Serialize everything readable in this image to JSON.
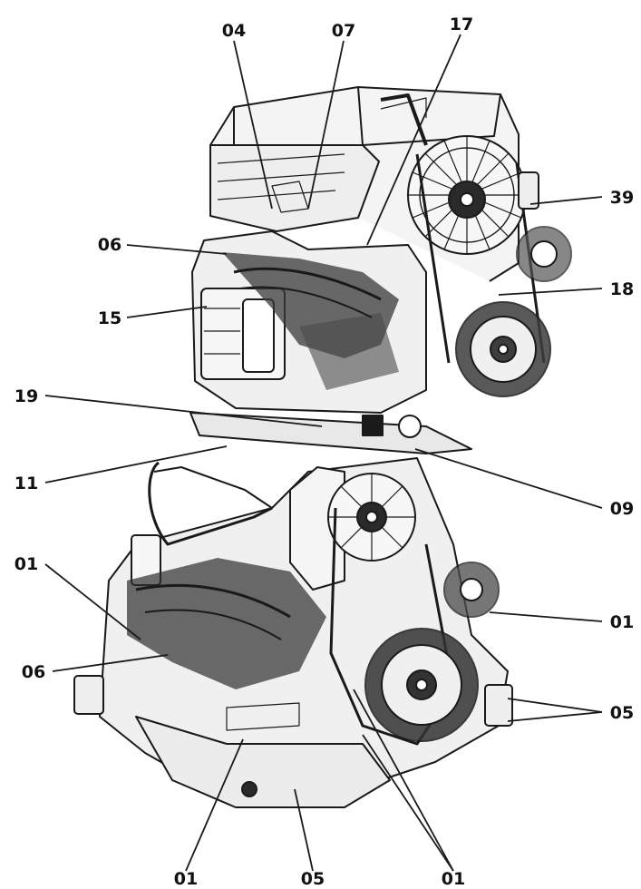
{
  "diagram": {
    "callouts": {
      "c04": "04",
      "c07": "07",
      "c17": "17",
      "c39": "39",
      "c06a": "06",
      "c18": "18",
      "c15": "15",
      "c19": "19",
      "c11": "11",
      "c09": "09",
      "c01a": "01",
      "c01b": "01",
      "c06b": "06",
      "c05a": "05",
      "c01c": "01",
      "c05b": "05",
      "c01d": "01"
    },
    "colors": {
      "line": "#1a1a1a",
      "fill": "#f2f2f2",
      "shade": "#3a3a3a"
    }
  }
}
